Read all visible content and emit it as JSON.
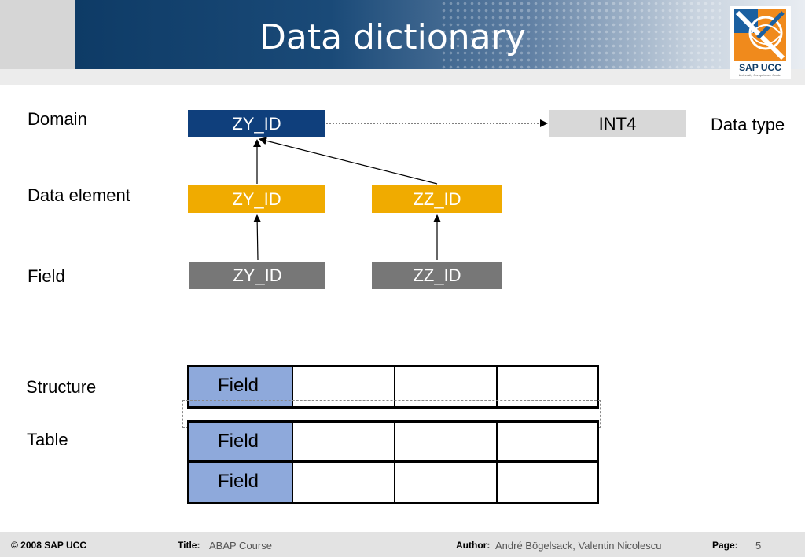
{
  "slide": {
    "title": "Data dictionary",
    "logo_text": "SAP UCC",
    "logo_subtext": "University Competence Center"
  },
  "rows": {
    "domain": "Domain",
    "data_element": "Data element",
    "field": "Field",
    "structure": "Structure",
    "table": "Table",
    "data_type": "Data type"
  },
  "boxes": {
    "domain_zy": "ZY_ID",
    "int4": "INT4",
    "element_zy": "ZY_ID",
    "element_zz": "ZZ_ID",
    "field_zy": "ZY_ID",
    "field_zz": "ZZ_ID"
  },
  "grids": {
    "structure_first_cell": "Field",
    "table_row1_first_cell": "Field",
    "table_row2_first_cell": "Field"
  },
  "colors": {
    "domain_box": "#0f3f7c",
    "data_element_box": "#f0ab00",
    "field_box": "#777777",
    "data_type_box": "#d8d8d8",
    "field_cell": "#8ea9db"
  },
  "footer": {
    "copyright": "© 2008 SAP UCC",
    "title_label": "Title:",
    "title_value": "ABAP Course",
    "author_label": "Author:",
    "author_value": "André Bögelsack, Valentin Nicolescu",
    "page_label": "Page:",
    "page_value": "5"
  }
}
